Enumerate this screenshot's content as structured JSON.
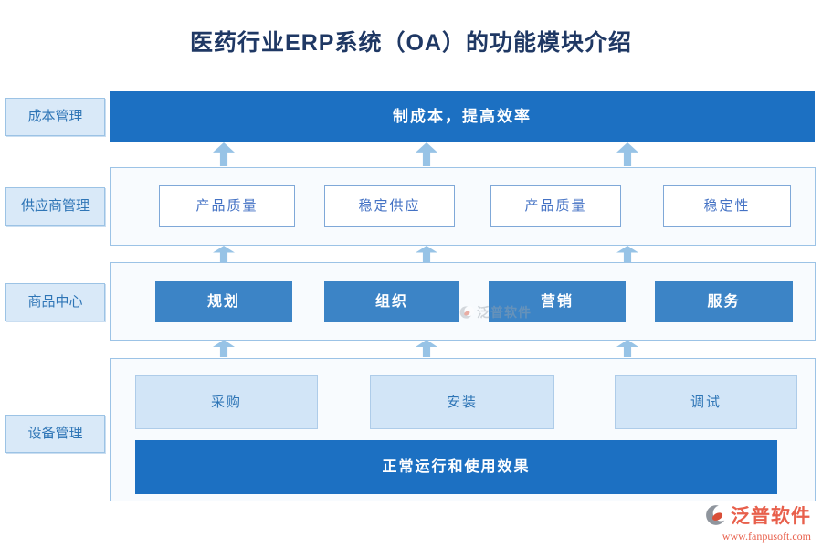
{
  "title": "医药行业ERP系统（OA）的功能模块介绍",
  "rows": [
    {
      "label": "成本管理",
      "bar": "制成本，提高效率"
    },
    {
      "label": "供应商管理",
      "boxes": [
        "产品质量",
        "稳定供应",
        "产品质量",
        "稳定性"
      ]
    },
    {
      "label": "商品中心",
      "boxes": [
        "规划",
        "组织",
        "营销",
        "服务"
      ]
    },
    {
      "label": "设备管理",
      "boxes": [
        "采购",
        "安装",
        "调试"
      ],
      "bar": "正常运行和使用效果"
    }
  ],
  "watermark": {
    "text": "泛普软件"
  },
  "logo": {
    "name": "泛普软件",
    "url": "www.fanpusoft.com"
  },
  "colors": {
    "title_text": "#1F3864",
    "primary_bar_blue": "#1C70C2",
    "module_box_blue": "#3C84C6",
    "side_label_fill": "#D9E9F8",
    "side_label_text": "#2E75B6",
    "outline_box_text": "#4472C4",
    "light_box_fill": "#D2E5F7",
    "arrow_blue": "#97C3E6",
    "panel_border": "#9CC3E6",
    "logo_red": "#E8604C"
  }
}
